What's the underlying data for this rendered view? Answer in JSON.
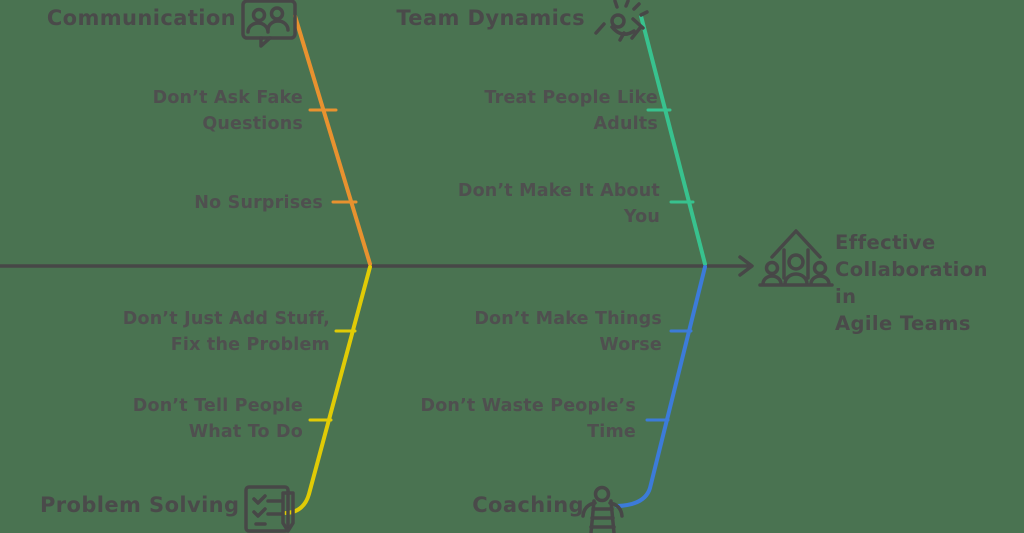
{
  "diagram_type": "fishbone",
  "colors": {
    "background": "#4A7351",
    "ink": "#474747",
    "communication": "#E8922F",
    "team_dynamics": "#38C28E",
    "problem_solving": "#E0CB06",
    "coaching": "#3C7BD9"
  },
  "head": {
    "icon": "team-growth-arrow-icon",
    "label": "Effective Collaboration in Agile Teams",
    "label_lines": [
      "Effective",
      "Collaboration in",
      "Agile Teams"
    ]
  },
  "branches": [
    {
      "label": "Communication",
      "icon": "speech-bubble-people-icon",
      "quadrant": "top-left",
      "color": "#E8922F",
      "items": [
        {
          "lines": [
            "Don’t Ask Fake",
            "Questions"
          ]
        },
        {
          "lines": [
            "No Surprises"
          ]
        }
      ]
    },
    {
      "label": "Team Dynamics",
      "icon": "idea-person-icon",
      "quadrant": "top-right",
      "color": "#38C28E",
      "items": [
        {
          "lines": [
            "Treat People Like",
            "Adults"
          ]
        },
        {
          "lines": [
            "Don’t Make It About",
            "You"
          ]
        }
      ]
    },
    {
      "label": "Problem Solving",
      "icon": "clipboard-pencil-icon",
      "quadrant": "bottom-left",
      "color": "#E0CB06",
      "items": [
        {
          "lines": [
            "Don’t Just Add Stuff,",
            "Fix the Problem"
          ]
        },
        {
          "lines": [
            "Don’t Tell People",
            "What To Do"
          ]
        }
      ]
    },
    {
      "label": "Coaching",
      "icon": "ladder-person-icon",
      "quadrant": "bottom-right",
      "color": "#3C7BD9",
      "items": [
        {
          "lines": [
            "Don’t Make Things",
            "Worse"
          ]
        },
        {
          "lines": [
            "Don’t Waste People’s",
            "Time"
          ]
        }
      ]
    }
  ]
}
